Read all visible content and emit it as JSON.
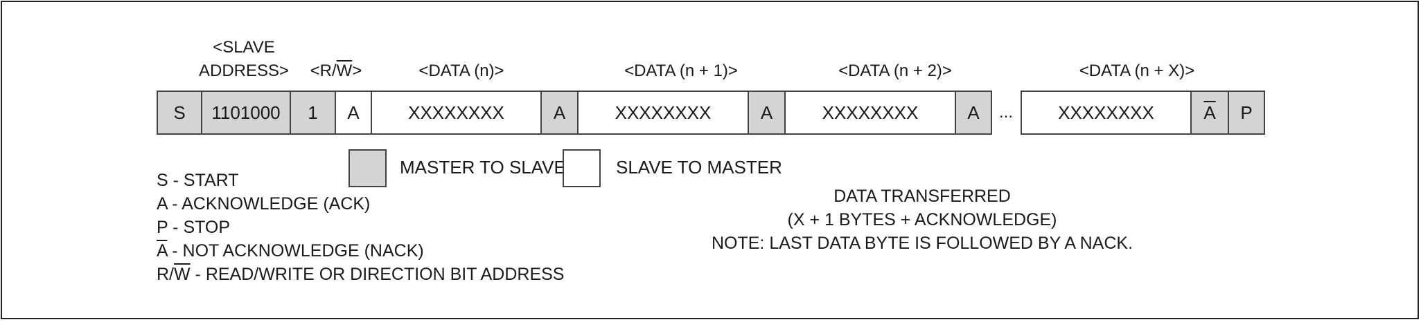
{
  "field_labels": {
    "slave_address_1": "<SLAVE",
    "slave_address_2": "ADDRESS>",
    "rw_prefix": "<R/",
    "rw_w": "W",
    "rw_suffix": ">",
    "data_n": "<DATA (n)>",
    "data_n1": "<DATA (n + 1)>",
    "data_n2": "<DATA (n + 2)>",
    "data_nx": "<DATA (n + X)>"
  },
  "frame": {
    "start": "S",
    "address": "1101000",
    "rw_bit": "1",
    "ack_1": "A",
    "data_1": "XXXXXXXX",
    "ack_2": "A",
    "data_2": "XXXXXXXX",
    "ack_3": "A",
    "data_3": "XXXXXXXX",
    "ack_4": "A",
    "ellipsis": "...",
    "data_4": "XXXXXXXX",
    "nack": "A",
    "stop": "P"
  },
  "legend": {
    "master_to_slave": "MASTER TO SLAVE",
    "slave_to_master": "SLAVE TO MASTER"
  },
  "key": {
    "start": "S - START",
    "ack": "A - ACKNOWLEDGE (ACK)",
    "stop": "P - STOP",
    "nack_letter": "A",
    "nack_rest": " - NOT ACKNOWLEDGE (NACK)",
    "rw_r": "R/",
    "rw_w": "W",
    "rw_rest": " - READ/WRITE OR DIRECTION BIT ADDRESS"
  },
  "note": {
    "line1": "DATA TRANSFERRED",
    "line2": "(X + 1 BYTES + ACKNOWLEDGE)",
    "line3": "NOTE: LAST DATA BYTE IS FOLLOWED BY A NACK."
  },
  "colors": {
    "master_to_slave": "#d4d4d4",
    "slave_to_master": "#ffffff"
  }
}
